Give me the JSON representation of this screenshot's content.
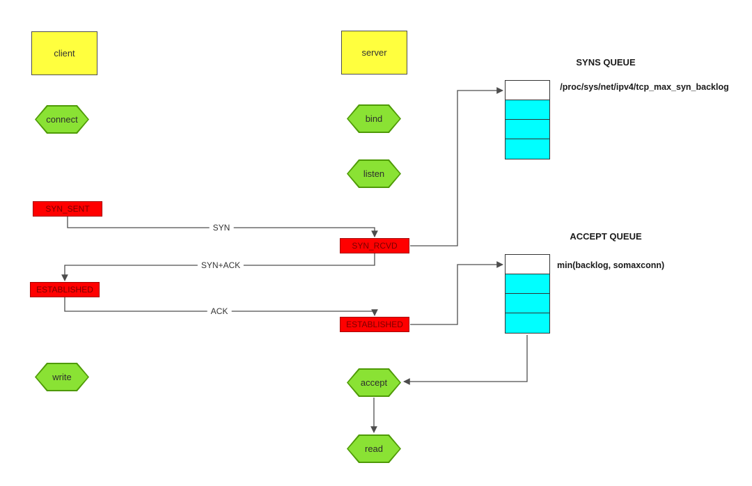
{
  "client_lane": {
    "process": {
      "label": "client"
    },
    "connect": {
      "label": "connect"
    },
    "syn_sent": {
      "label": "SYN_SENT"
    },
    "established": {
      "label": "ESTABLISHED"
    },
    "write": {
      "label": "write"
    }
  },
  "server_lane": {
    "process": {
      "label": "server"
    },
    "bind": {
      "label": "bind"
    },
    "listen": {
      "label": "listen"
    },
    "syn_rcvd": {
      "label": "SYN_RCVD"
    },
    "established": {
      "label": "ESTABLISHED"
    },
    "accept": {
      "label": "accept"
    },
    "read": {
      "label": "read"
    }
  },
  "edges": {
    "syn": {
      "label": "SYN"
    },
    "syn_ack": {
      "label": "SYN+ACK"
    },
    "ack": {
      "label": "ACK"
    }
  },
  "queues": {
    "syns": {
      "title": "SYNS QUEUE",
      "annotation": "/proc/sys/net/ipv4/tcp_max_syn_backlog",
      "slots": 4,
      "filled_slots": 3
    },
    "accept": {
      "title": "ACCEPT QUEUE",
      "annotation": "min(backlog, somaxconn)",
      "slots": 4,
      "filled_slots": 3
    }
  },
  "colors": {
    "process_fill": "#ffff3e",
    "action_fill": "#8ae234",
    "action_border": "#4e9a06",
    "state_fill": "#ff0000",
    "state_text": "#7a0000",
    "queue_slot_fill": "#00ffff",
    "connector": "#4d4d4d",
    "background": "#ffffff"
  }
}
